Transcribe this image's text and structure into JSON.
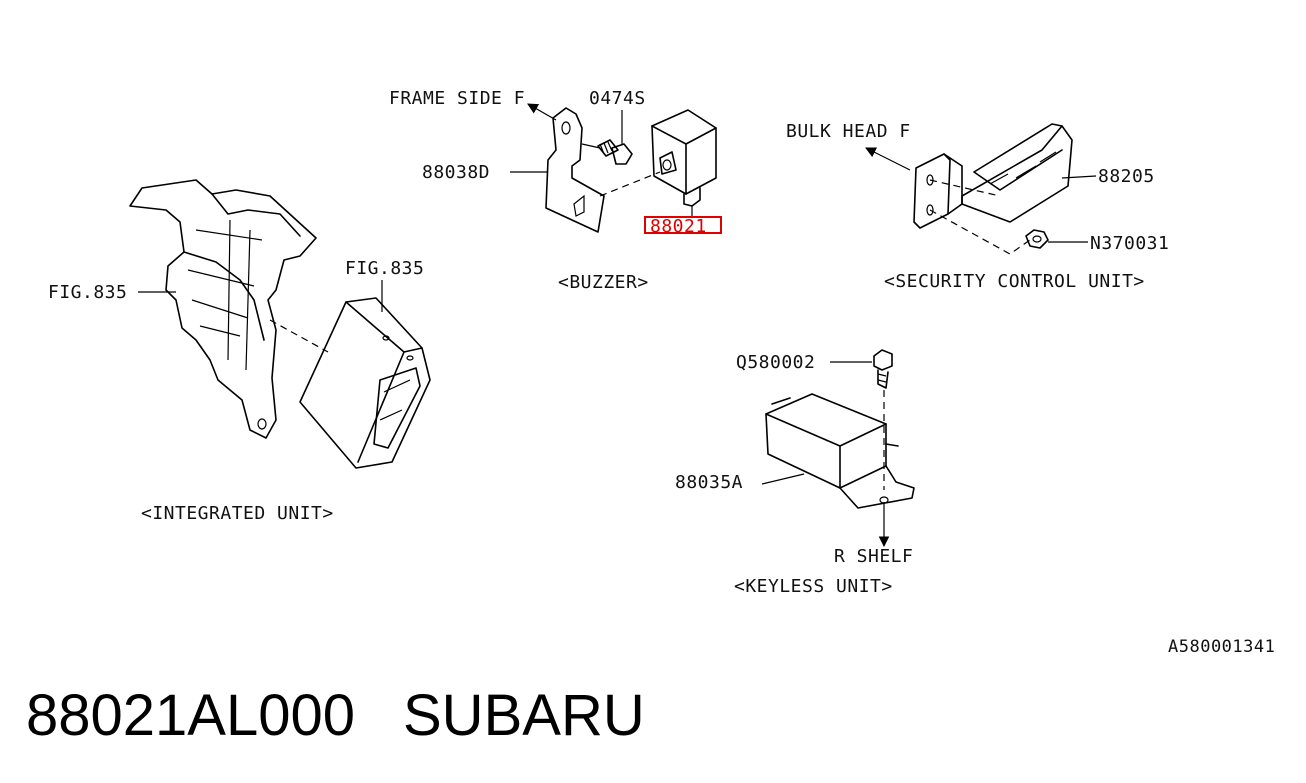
{
  "labels": {
    "frame_side": "FRAME SIDE F",
    "bolt_04745": "0474S",
    "bracket_88038": "88038D",
    "buzzer_part": "88021",
    "buzzer_group": "<BUZZER>",
    "bulk_head": "BULK HEAD F",
    "scu_88205": "88205",
    "nut_n370031": "N370031",
    "scu_group": "<SECURITY CONTROL UNIT>",
    "fig835_left": "FIG.835",
    "fig835_top": "FIG.835",
    "integrated_group": "<INTEGRATED UNIT>",
    "bolt_q580002": "Q580002",
    "keyless_88035a": "88035A",
    "r_shelf": "R SHELF",
    "keyless_group": "<KEYLESS UNIT>",
    "drawing_code": "A580001341"
  },
  "title": {
    "part_number": "88021AL000",
    "brand": "SUBARU"
  },
  "colors": {
    "highlight": "#e00000",
    "line": "#000000"
  }
}
